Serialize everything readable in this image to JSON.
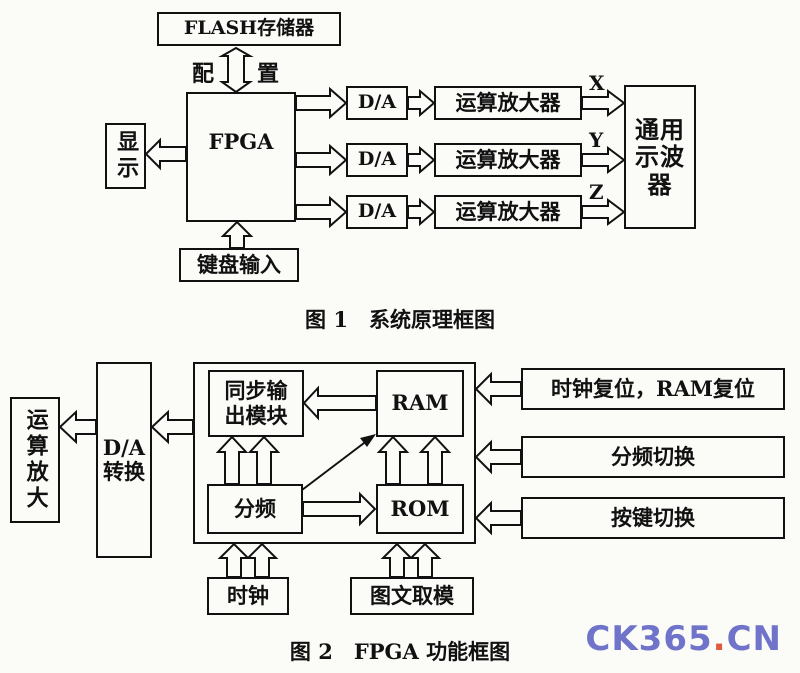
{
  "figure1": {
    "flash": "FLASH存储器",
    "config_left": "配",
    "config_right": "置",
    "fpga": "FPGA",
    "display": "显示",
    "keyboard": "键盘输入",
    "da_labels": [
      "D/A",
      "D/A",
      "D/A"
    ],
    "amp_labels": [
      "运算放大器",
      "运算放大器",
      "运算放大器"
    ],
    "channels": [
      "X",
      "Y",
      "Z"
    ],
    "oscilloscope": "通用示波器",
    "caption": "图 1　系统原理框图"
  },
  "figure2": {
    "opamp": "运算放大",
    "da_convert": "D/A转换",
    "sync_out": "同步输出模块",
    "ram": "RAM",
    "divider": "分频",
    "rom": "ROM",
    "clock_reset": "时钟复位，RAM复位",
    "freq_switch": "分频切换",
    "key_switch": "按键切换",
    "clock": "时钟",
    "pattern": "图文取模",
    "caption": "图 2　FPGA 功能框图"
  },
  "watermark": {
    "main": "CK365",
    "dot": ".",
    "tld": "CN"
  }
}
